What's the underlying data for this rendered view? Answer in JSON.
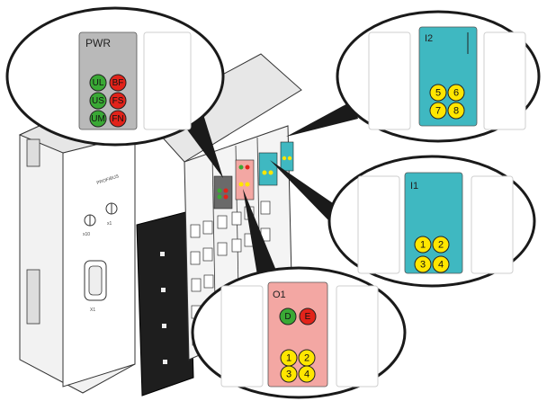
{
  "device": {
    "brand_text": "PROFIBUS",
    "switch_x10": "x10",
    "switch_x1": "x1",
    "connector_text": "X1"
  },
  "callouts": {
    "pwr": {
      "title": "PWR",
      "leds": [
        {
          "text": "UL",
          "color": "#3aa935"
        },
        {
          "text": "BF",
          "color": "#e2231a"
        },
        {
          "text": "US",
          "color": "#3aa935"
        },
        {
          "text": "FS",
          "color": "#e2231a"
        },
        {
          "text": "UM",
          "color": "#3aa935"
        },
        {
          "text": "FN",
          "color": "#e2231a"
        }
      ],
      "panel_color": "#b9b9b9"
    },
    "i2": {
      "title": "I2",
      "leds": [
        "5",
        "6",
        "7",
        "8"
      ],
      "panel_color": "#3fb8c1"
    },
    "i1": {
      "title": "I1",
      "leds": [
        "1",
        "2",
        "3",
        "4"
      ],
      "panel_color": "#3fb8c1"
    },
    "o1": {
      "title": "O1",
      "status_leds": [
        {
          "text": "D",
          "color": "#3aa935"
        },
        {
          "text": "E",
          "color": "#e2231a"
        }
      ],
      "leds": [
        "1",
        "2",
        "3",
        "4"
      ],
      "panel_color": "#f3a7a3"
    }
  },
  "colors": {
    "led_yellow": "#ffe600",
    "outline": "#222222"
  }
}
